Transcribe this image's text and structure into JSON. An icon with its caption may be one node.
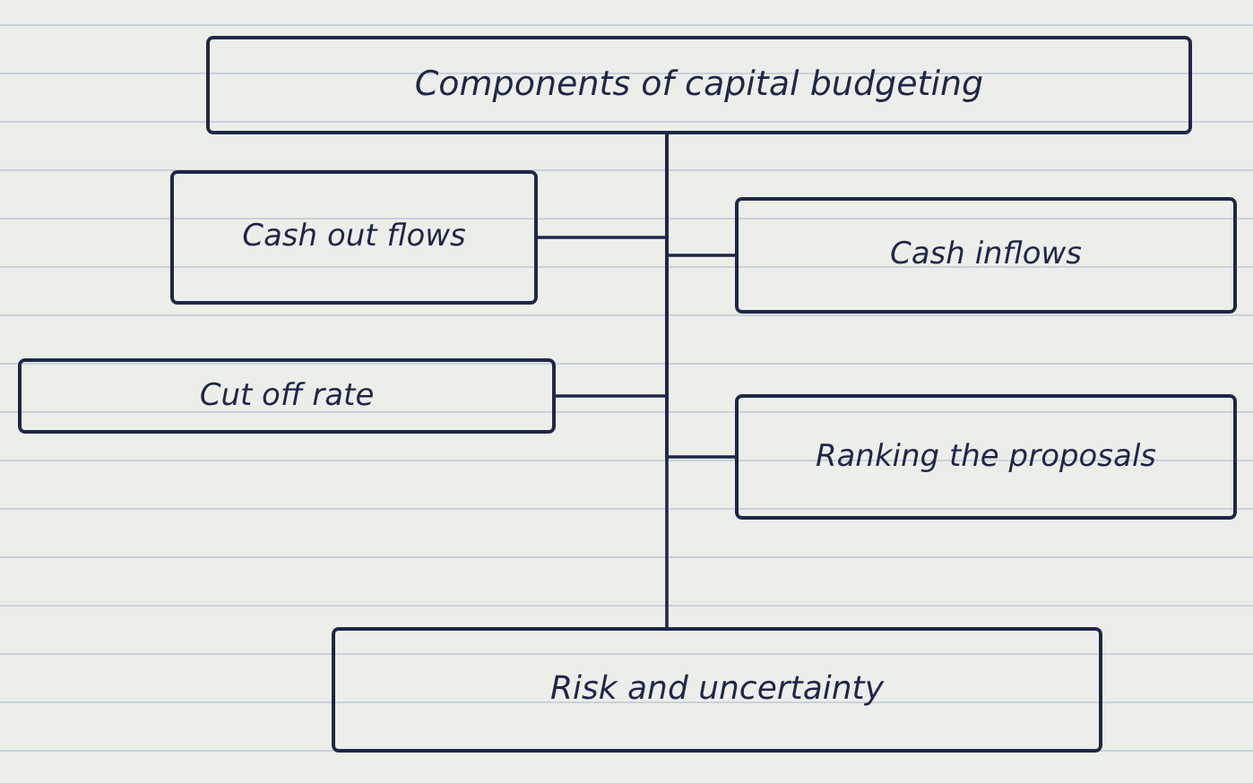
{
  "diagram": {
    "nodes": [
      {
        "text": [
          "Components of capital budgeting"
        ]
      },
      {
        "text": [
          "Cash out flows"
        ]
      },
      {
        "text": [
          "Cash inflows"
        ]
      },
      {
        "text": [
          "Cut off rate"
        ]
      },
      {
        "text": [
          "Ranking the proposals"
        ]
      },
      {
        "text": [
          "Risk and uncertainty"
        ]
      }
    ],
    "edges": [
      {
        "from": 0,
        "to": 1,
        "arrow": "none"
      },
      {
        "from": 0,
        "to": 2,
        "arrow": "none"
      },
      {
        "from": 0,
        "to": 3,
        "arrow": "none"
      },
      {
        "from": 0,
        "to": 4,
        "arrow": "none"
      },
      {
        "from": 0,
        "to": 5,
        "arrow": "none"
      }
    ]
  }
}
